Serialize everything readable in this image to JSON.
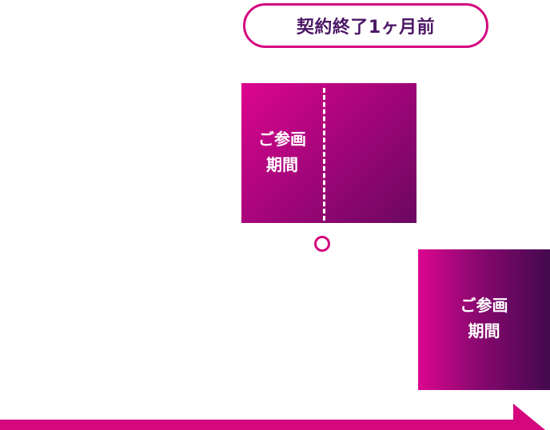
{
  "milestone": {
    "label": "契約終了1ヶ月前"
  },
  "current_period": {
    "line1": "ご参画",
    "line2": "期間"
  },
  "next_period": {
    "line1": "ご参画",
    "line2": "期間"
  },
  "colors": {
    "accent": "#d4077f",
    "text_dark": "#4b1766",
    "gradient_start": "#dd058f",
    "gradient_end": "#44094f"
  }
}
